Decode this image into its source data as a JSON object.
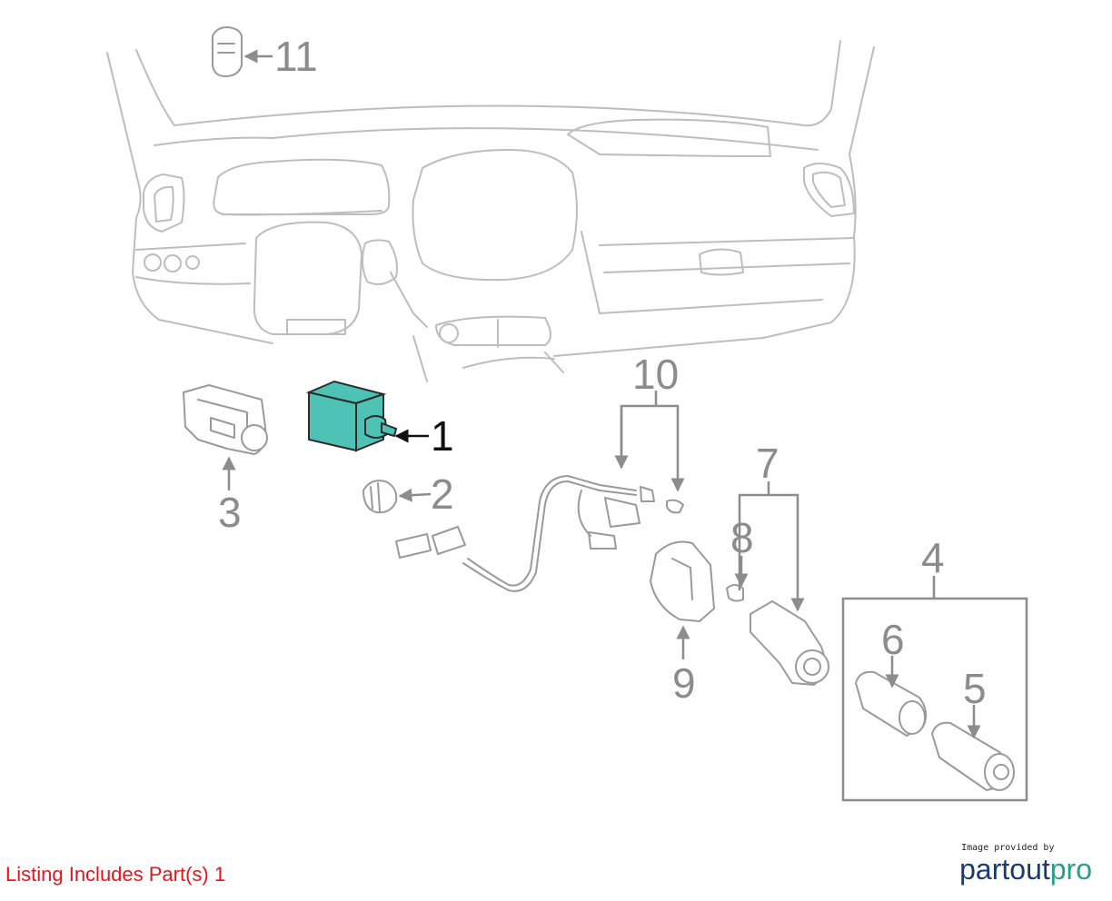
{
  "diagram": {
    "highlight_color": "#4ec2b4",
    "callouts": [
      {
        "id": "1",
        "label": "1",
        "highlighted": true
      },
      {
        "id": "2",
        "label": "2",
        "highlighted": false
      },
      {
        "id": "3",
        "label": "3",
        "highlighted": false
      },
      {
        "id": "4",
        "label": "4",
        "highlighted": false
      },
      {
        "id": "5",
        "label": "5",
        "highlighted": false
      },
      {
        "id": "6",
        "label": "6",
        "highlighted": false
      },
      {
        "id": "7",
        "label": "7",
        "highlighted": false
      },
      {
        "id": "8",
        "label": "8",
        "highlighted": false
      },
      {
        "id": "9",
        "label": "9",
        "highlighted": false
      },
      {
        "id": "10",
        "label": "10",
        "highlighted": false
      },
      {
        "id": "11",
        "label": "11",
        "highlighted": false
      }
    ]
  },
  "footer": {
    "listing_note": "Listing Includes Part(s) 1",
    "credit_small": "Image provided by",
    "credit_logo_part1": "partout",
    "credit_logo_part2": "pro"
  }
}
